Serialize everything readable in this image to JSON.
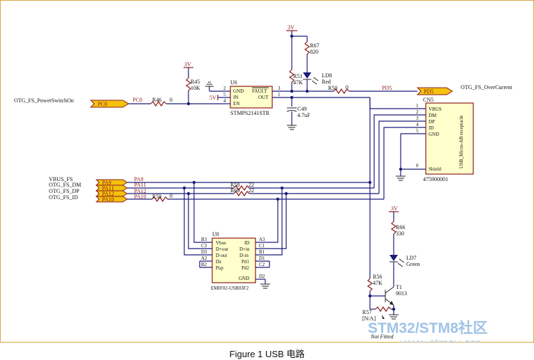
{
  "caption": "Figure 1 USB 电路",
  "nets": {
    "otg_fs_powerswitchon": "OTG_FS_PowerSwitchOn",
    "otg_fs_overcurrent": "OTG_FS_OverCurrent",
    "vbus_fs": "VBUS_FS",
    "otg_fs_dm": "OTG_FS_DM",
    "otg_fs_dp": "OTG_FS_DP",
    "otg_fs_id": "OTG_FS_ID",
    "pc0": "PC0",
    "pd5": "PD5",
    "pa9": "PA9",
    "pa11": "PA11",
    "pa12": "PA12",
    "pa10": "PA10",
    "v3a": "3V",
    "v3b": "3V",
    "v3c": "3V",
    "v5": "5V"
  },
  "u6": {
    "ref": "U6",
    "part": "STMPS2141STR",
    "pin_gnd": "GND",
    "pin_in": "IN",
    "pin_en": "EN",
    "pin_fault": "FAULT",
    "pin_out": "OUT",
    "n2": "2",
    "n5": "5",
    "n4": "4",
    "n3": "3",
    "n1": "1"
  },
  "cn5": {
    "ref": "CN5",
    "part": "475900001",
    "side": "USB_Micro-AB receptacle",
    "pin_vbus": "VBUS",
    "pin_dm": "DM",
    "pin_dp": "DP",
    "pin_id": "ID",
    "pin_gnd": "GND",
    "pin_shield": "Shield",
    "n1": "1",
    "n2": "2",
    "n3": "3",
    "n4": "4",
    "n5": "5",
    "n0": "0"
  },
  "u8": {
    "ref": "U8",
    "part": "EMIF02-USB03F2",
    "l_vbus": "Vbus",
    "l_doutp": "D+out",
    "l_doutm": "D-out",
    "l_dz": "Dz",
    "l_pup": "Pup",
    "r_id": "ID",
    "r_dinp": "D+in",
    "r_dinm": "D-in",
    "r_pd1": "Pd1",
    "r_pd2": "Pd2",
    "r_gnd": "GND",
    "p_b3": "B3",
    "p_c3": "C3",
    "p_d3": "D3",
    "p_a2": "A2",
    "p_b2": "B2",
    "p_a3": "A3",
    "p_c1": "C1",
    "p_b1": "B1",
    "p_d1": "D1",
    "p_c2": "C2",
    "p_d2": "D2"
  },
  "parts": {
    "r45": "R45",
    "r45v": "10K",
    "r46": "R46",
    "r46v": "0",
    "r67": "R67",
    "r67v": "820",
    "r51": "R51",
    "r51v": "47K",
    "ld8": "LD8",
    "ld8v": "Red",
    "r50": "R50",
    "r50v": "0",
    "c49": "C49",
    "c49v": "4.7uF",
    "r58": "R58",
    "r58v": "22",
    "r60": "R60",
    "r60v": "22",
    "r59": "R59",
    "r59v": "0",
    "r66": "R66",
    "r66v": "330",
    "ld7": "LD7",
    "ld7v": "Green",
    "r56": "R56",
    "r56v": "47K",
    "t1": "T1",
    "t1v": "9013",
    "r57": "R57",
    "r57v": "[N/A]",
    "not_fitted": "Not Fitted"
  },
  "watermark": {
    "line1a": "STM32",
    "line1b": "/",
    "line1c": "STM8",
    "line1d": "社区",
    "line2": "www.stmcu.org"
  },
  "colors": {
    "wire": "#1a1a7a",
    "component": "#8b1a1a",
    "chip_fill": "#ffffcc",
    "port_fill": "#f4c20d",
    "frame": "#d9a64a",
    "watermark": "#9fc3e6"
  }
}
